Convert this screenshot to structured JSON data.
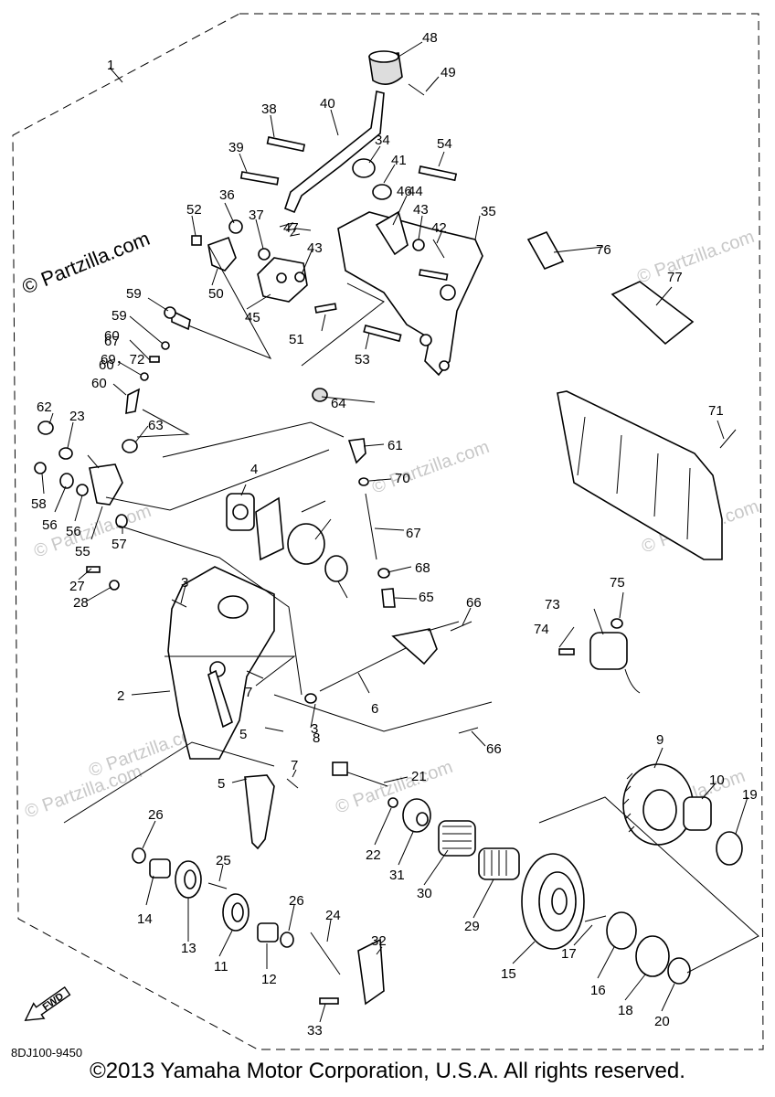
{
  "watermark": "© Partzilla.com",
  "diagram_code": "8DJ100-9450",
  "fwd_label": "FWD",
  "copyright": "©2013  Yamaha Motor Corporation, U.S.A. All rights reserved.",
  "callouts": [
    "1",
    "2",
    "3",
    "3",
    "4",
    "5",
    "5",
    "6",
    "7",
    "7",
    "8",
    "9",
    "10",
    "11",
    "12",
    "13",
    "14",
    "15",
    "16",
    "17",
    "18",
    "19",
    "20",
    "21",
    "22",
    "23",
    "24",
    "25",
    "26",
    "26",
    "27",
    "28",
    "29",
    "30",
    "31",
    "32",
    "33",
    "34",
    "35",
    "36",
    "37",
    "38",
    "39",
    "40",
    "41",
    "42",
    "43",
    "43",
    "44",
    "45",
    "46",
    "47",
    "48",
    "49",
    "50",
    "51",
    "52",
    "53",
    "54",
    "55",
    "56",
    "56",
    "57",
    "58",
    "59",
    "59",
    "60",
    "60",
    "60",
    "61",
    "62",
    "63",
    "64",
    "65",
    "66",
    "66",
    "67",
    "67",
    "68",
    "69，72",
    "70",
    "71",
    "73",
    "74",
    "75",
    "76",
    "77"
  ]
}
